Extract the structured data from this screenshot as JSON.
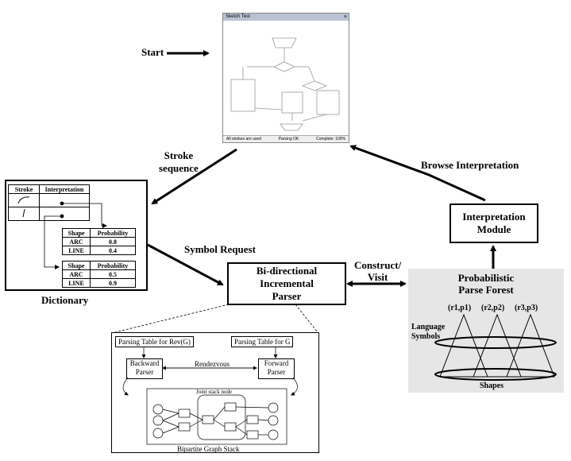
{
  "start_label": "Start",
  "screenshot_window": {
    "title": "Sketch Test",
    "status_left": "All strokes are used",
    "status_mid": "Parsing OK",
    "status_right": "Complete: 100%"
  },
  "stroke_sequence": "Stroke\nsequence",
  "browse_interpretation": "Browse Interpretation",
  "dictionary": {
    "caption": "Dictionary",
    "header": [
      "Stroke",
      "Interpretation"
    ],
    "table1": {
      "header": [
        "Shape",
        "Probability"
      ],
      "rows": [
        [
          "ARC",
          "0.8"
        ],
        [
          "LINE",
          "0.4"
        ]
      ]
    },
    "table2": {
      "header": [
        "Shape",
        "Probability"
      ],
      "rows": [
        [
          "ARC",
          "0.5"
        ],
        [
          "LINE",
          "0.9"
        ]
      ]
    }
  },
  "symbol_request": "Symbol Request",
  "parser_box": "Bi-directional\nIncremental\nParser",
  "construct_visit": "Construct/\nVisit",
  "interpretation_module": "Interpretation\nModule",
  "parse_forest": {
    "title": "Probabilistic\nParse Forest",
    "pairs": [
      "(r1,p1)",
      "(r2,p2)",
      "(r3,p3)"
    ],
    "language_symbols": "Language\nSymbols",
    "shapes": "Shapes"
  },
  "detail": {
    "parsing_table_rev": "Parsing Table for Rev(G)",
    "parsing_table_g": "Parsing Table for G",
    "backward_parser": "Backward\nParser",
    "forward_parser": "Forward\nParser",
    "rendezvous": "Rendezvous",
    "joint_stack_node": "Joint stack node",
    "bipartite": "Bipartite Graph Stack"
  }
}
